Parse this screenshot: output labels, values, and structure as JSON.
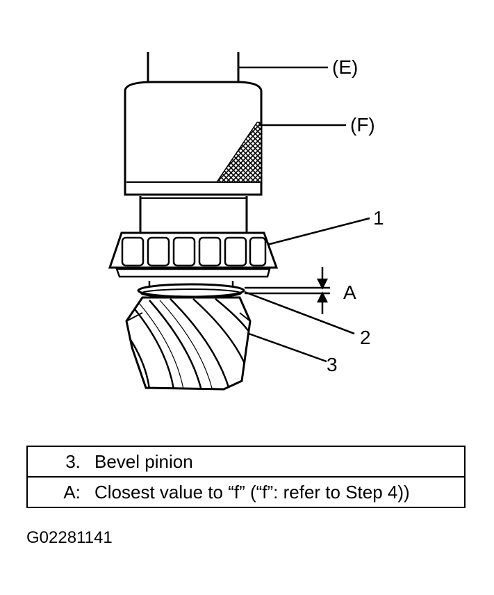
{
  "callouts": {
    "E": "(E)",
    "F": "(F)",
    "c1": "1",
    "c2": "2",
    "c3": "3",
    "A": "A"
  },
  "legend": [
    {
      "key": "3.",
      "text": "Bevel pinion"
    },
    {
      "key": "A:",
      "text": "Closest value to “f” (“f”: refer to Step 4))"
    }
  ],
  "figure_code": "G02281141"
}
